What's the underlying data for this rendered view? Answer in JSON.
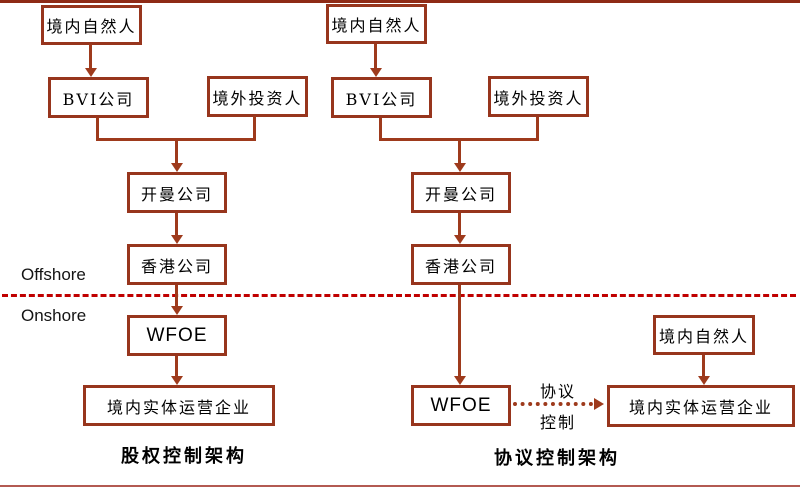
{
  "zones": {
    "offshore": "Offshore",
    "onshore": "Onshore"
  },
  "left_structure": {
    "title": "股权控制架构",
    "nodes": {
      "person": "境内自然人",
      "bvi": "BVI公司",
      "foreign_investor": "境外投资人",
      "cayman": "开曼公司",
      "hongkong": "香港公司",
      "wfoe": "WFOE",
      "entity": "境内实体运营企业"
    }
  },
  "right_structure": {
    "title": "协议控制架构",
    "nodes": {
      "person": "境内自然人",
      "bvi": "BVI公司",
      "foreign_investor": "境外投资人",
      "cayman": "开曼公司",
      "hongkong": "香港公司",
      "wfoe": "WFOE",
      "domestic_person": "境内自然人",
      "entity": "境内实体运营企业"
    },
    "vie_label_line1": "协议",
    "vie_label_line2": "控制"
  },
  "colors": {
    "box_border": "#97351d",
    "arrow": "#9e3a1c",
    "offshore_divider": "#c00000",
    "top_bar": "#8e2a16",
    "bottom_rule": "#b35a52",
    "text": "#000000"
  }
}
